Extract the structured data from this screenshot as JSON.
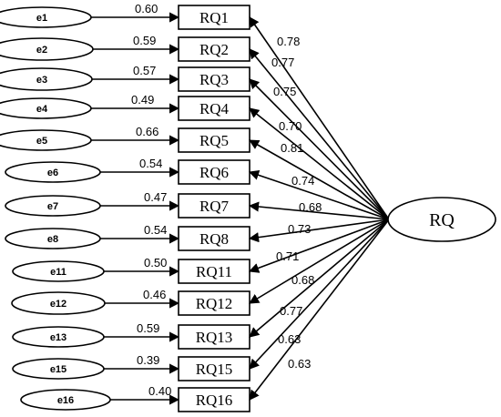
{
  "latent": {
    "label": "RQ"
  },
  "indicators": [
    {
      "error": "e1",
      "item": "RQ1",
      "error_weight": "0.60",
      "loading": "0.78"
    },
    {
      "error": "e2",
      "item": "RQ2",
      "error_weight": "0.59",
      "loading": "0.77"
    },
    {
      "error": "e3",
      "item": "RQ3",
      "error_weight": "0.57",
      "loading": "0.75"
    },
    {
      "error": "e4",
      "item": "RQ4",
      "error_weight": "0.49",
      "loading": "0.70"
    },
    {
      "error": "e5",
      "item": "RQ5",
      "error_weight": "0.66",
      "loading": "0.81"
    },
    {
      "error": "e6",
      "item": "RQ6",
      "error_weight": "0.54",
      "loading": "0.74"
    },
    {
      "error": "e7",
      "item": "RQ7",
      "error_weight": "0.47",
      "loading": "0.68"
    },
    {
      "error": "e8",
      "item": "RQ8",
      "error_weight": "0.54",
      "loading": "0.73"
    },
    {
      "error": "e11",
      "item": "RQ11",
      "error_weight": "0.50",
      "loading": "0.71"
    },
    {
      "error": "e12",
      "item": "RQ12",
      "error_weight": "0.46",
      "loading": "0.68"
    },
    {
      "error": "e13",
      "item": "RQ13",
      "error_weight": "0.59",
      "loading": "0.77"
    },
    {
      "error": "e15",
      "item": "RQ15",
      "error_weight": "0.39",
      "loading": "0.63"
    },
    {
      "error": "e16",
      "item": "RQ16",
      "error_weight": "0.40",
      "loading": "0.63"
    }
  ]
}
